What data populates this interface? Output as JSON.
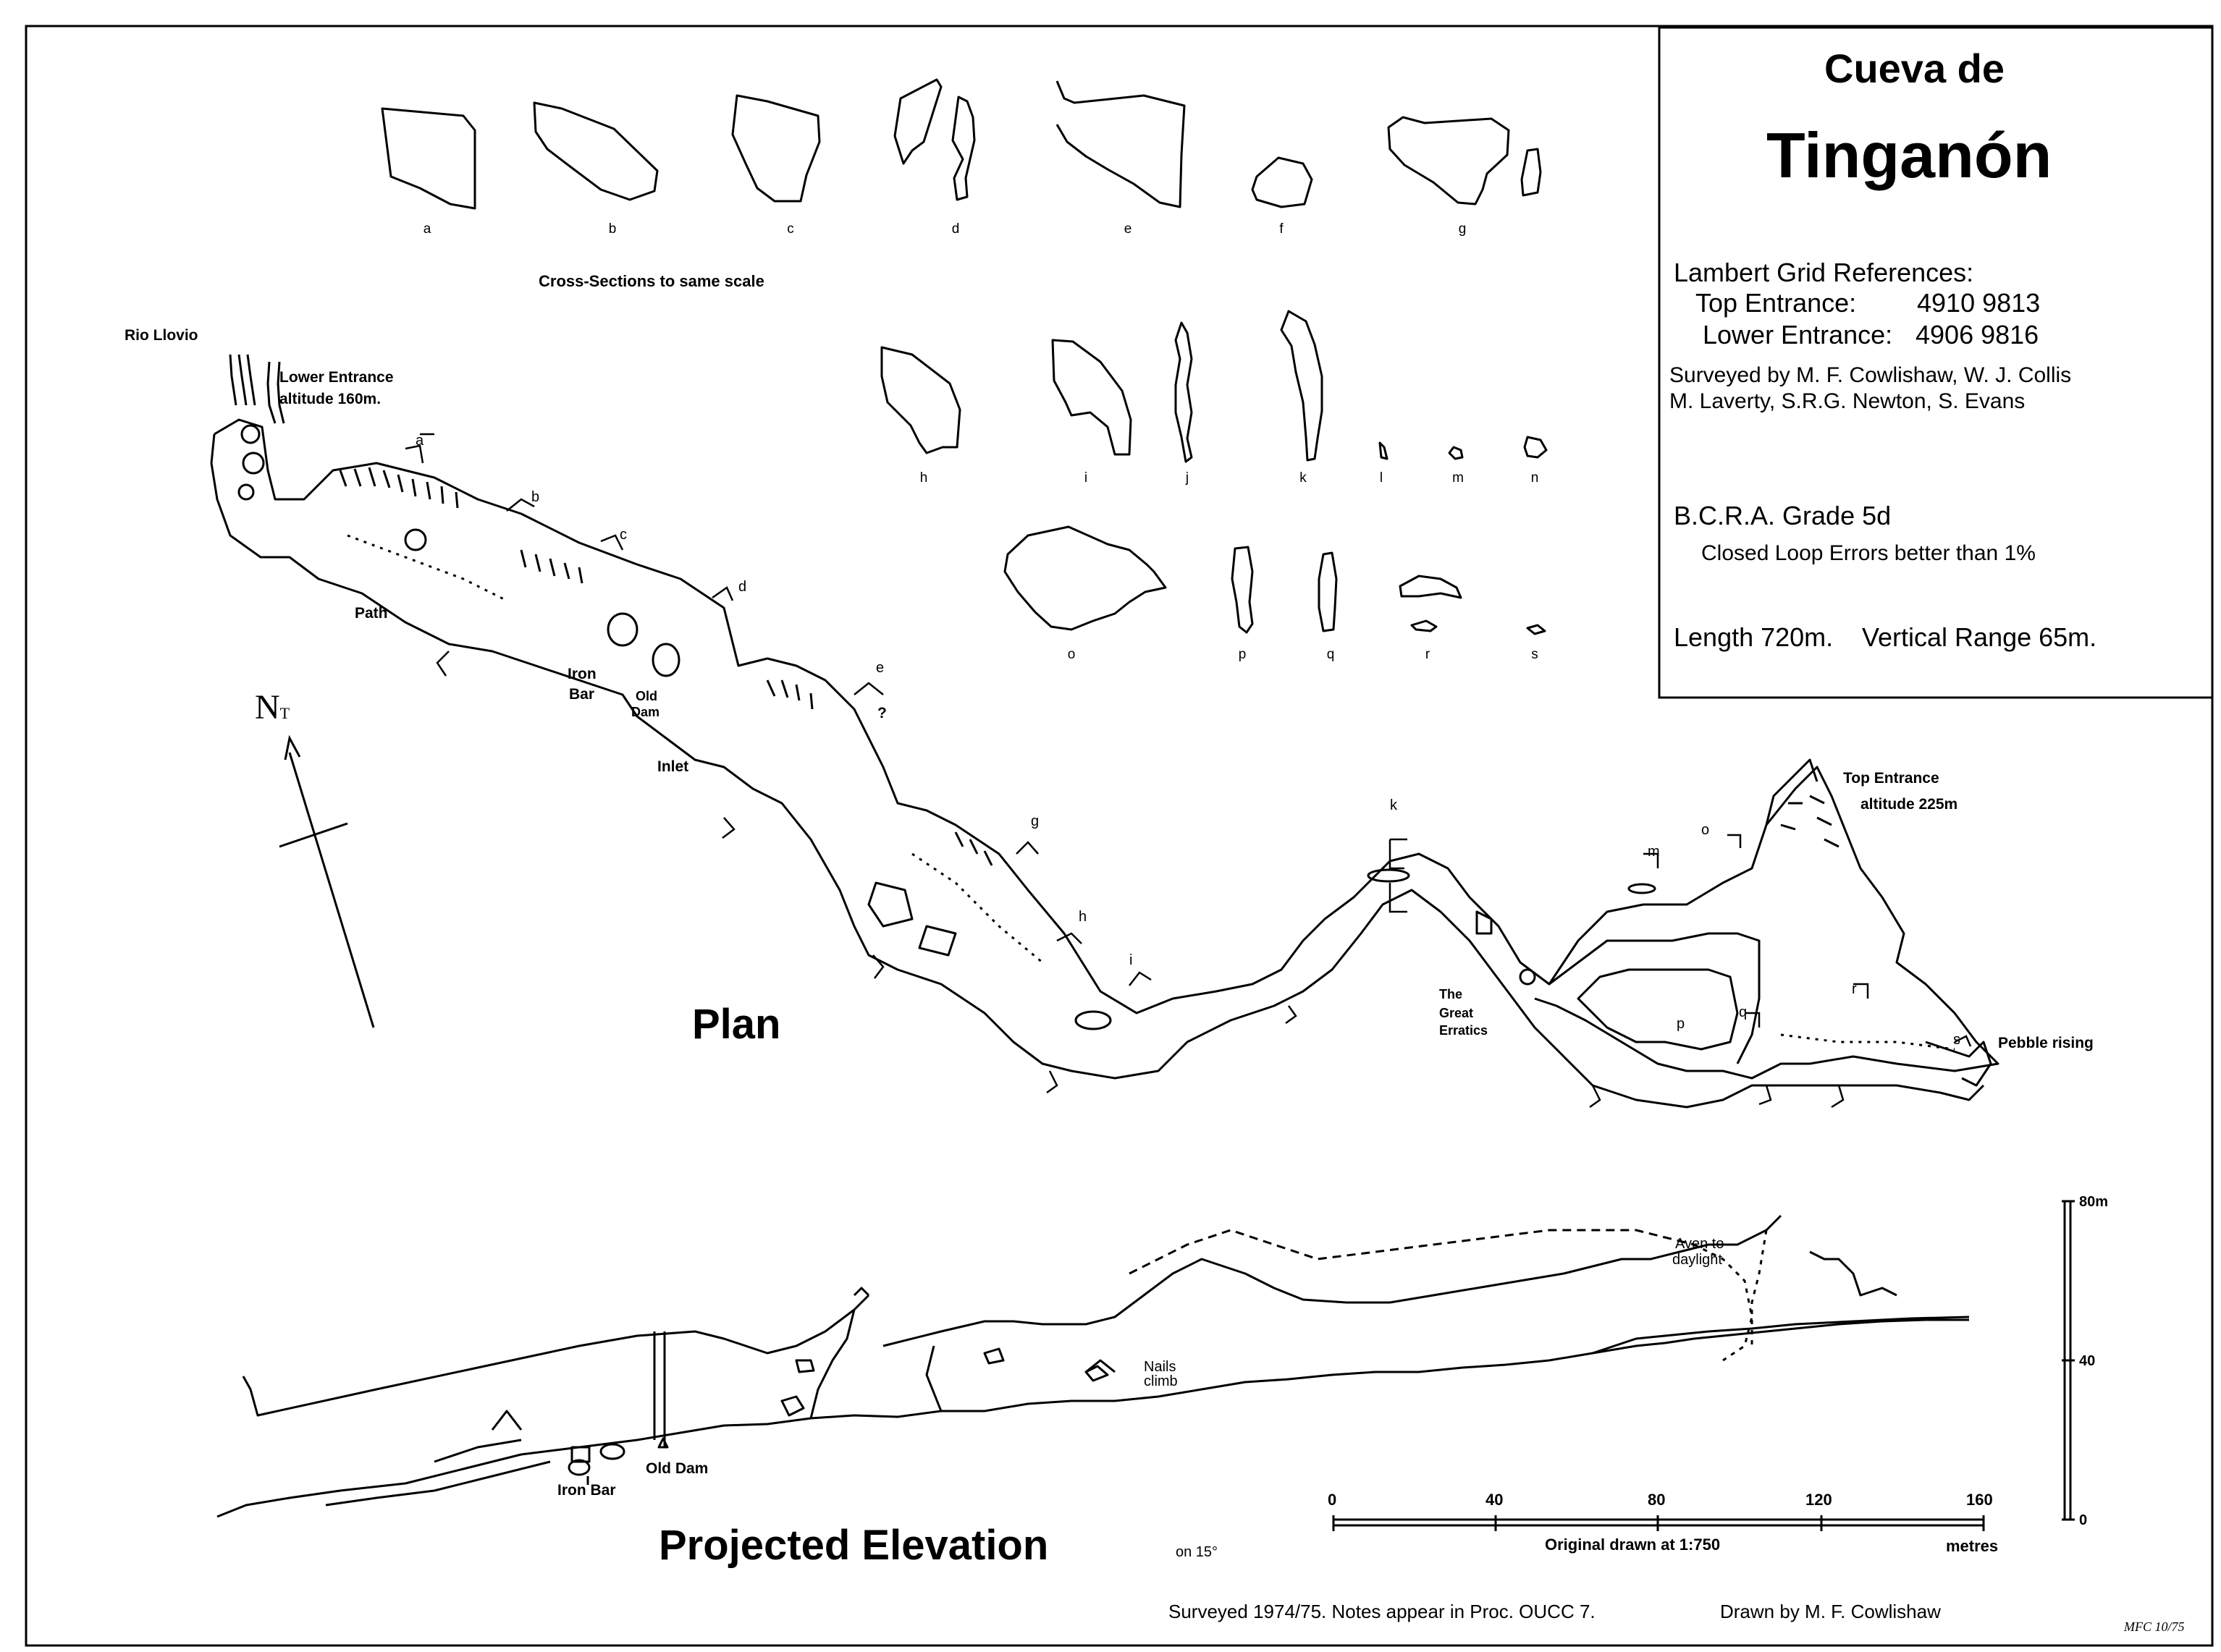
{
  "title": {
    "line1": "Cueva de",
    "line2": "Tinganón"
  },
  "info": {
    "grid_heading": "Lambert  Grid  References:",
    "top_entrance_label": "Top Entrance:",
    "top_entrance_ref": "4910 9813",
    "lower_entrance_label": "Lower Entrance:",
    "lower_entrance_ref": "4906 9816",
    "surveyors_line1": "Surveyed by M. F. Cowlishaw, W. J. Collis",
    "surveyors_line2": "M. Laverty, S.R.G. Newton, S. Evans",
    "grade": "B.C.R.A.  Grade 5d",
    "loop_errors": "Closed Loop Errors better than 1%",
    "length": "Length 720m.",
    "vertical_range": "Vertical Range  65m."
  },
  "cross_sections": {
    "caption": "Cross-Sections to same scale",
    "letters": [
      "a",
      "b",
      "c",
      "d",
      "e",
      "f",
      "g",
      "h",
      "i",
      "j",
      "k",
      "l",
      "m",
      "n",
      "o",
      "p",
      "q",
      "r",
      "s"
    ]
  },
  "plan": {
    "title": "Plan",
    "north": "N",
    "north_sub": "T",
    "labels": {
      "rio_llovio": "Rio Llovio",
      "lower_entrance": "Lower Entrance",
      "lower_altitude": "altitude 160m.",
      "path": "Path",
      "iron": "Iron",
      "bar": "Bar",
      "old": "Old",
      "dam": "Dam",
      "inlet": "Inlet",
      "top_entrance": "Top Entrance",
      "top_altitude": "altitude 225m",
      "the": "The",
      "great": "Great",
      "erratics": "Erratics",
      "pebble_rising": "Pebble rising",
      "question": "?"
    },
    "section_marks": [
      "a",
      "b",
      "c",
      "d",
      "e",
      "g",
      "h",
      "i",
      "k",
      "m",
      "o",
      "p",
      "q",
      "r",
      "s"
    ]
  },
  "elevation": {
    "title": "Projected Elevation",
    "subtitle": "on 15°",
    "labels": {
      "aven": "Aven to",
      "daylight": "daylight",
      "nails": "Nails",
      "climb": "climb",
      "old_dam": "Old Dam",
      "iron_bar": "Iron Bar"
    },
    "vertical_scale": {
      "ticks": [
        "80m",
        "40",
        "0"
      ]
    }
  },
  "scale_bar": {
    "ticks": [
      "0",
      "40",
      "80",
      "120",
      "160"
    ],
    "caption": "Original drawn at 1:750",
    "unit": "metres"
  },
  "footer": {
    "surveyed": "Surveyed 1974/75.   Notes appear in Proc. OUCC 7.",
    "drawn_by": "Drawn by M. F.  Cowlishaw",
    "initials": "MFC  10/75"
  }
}
